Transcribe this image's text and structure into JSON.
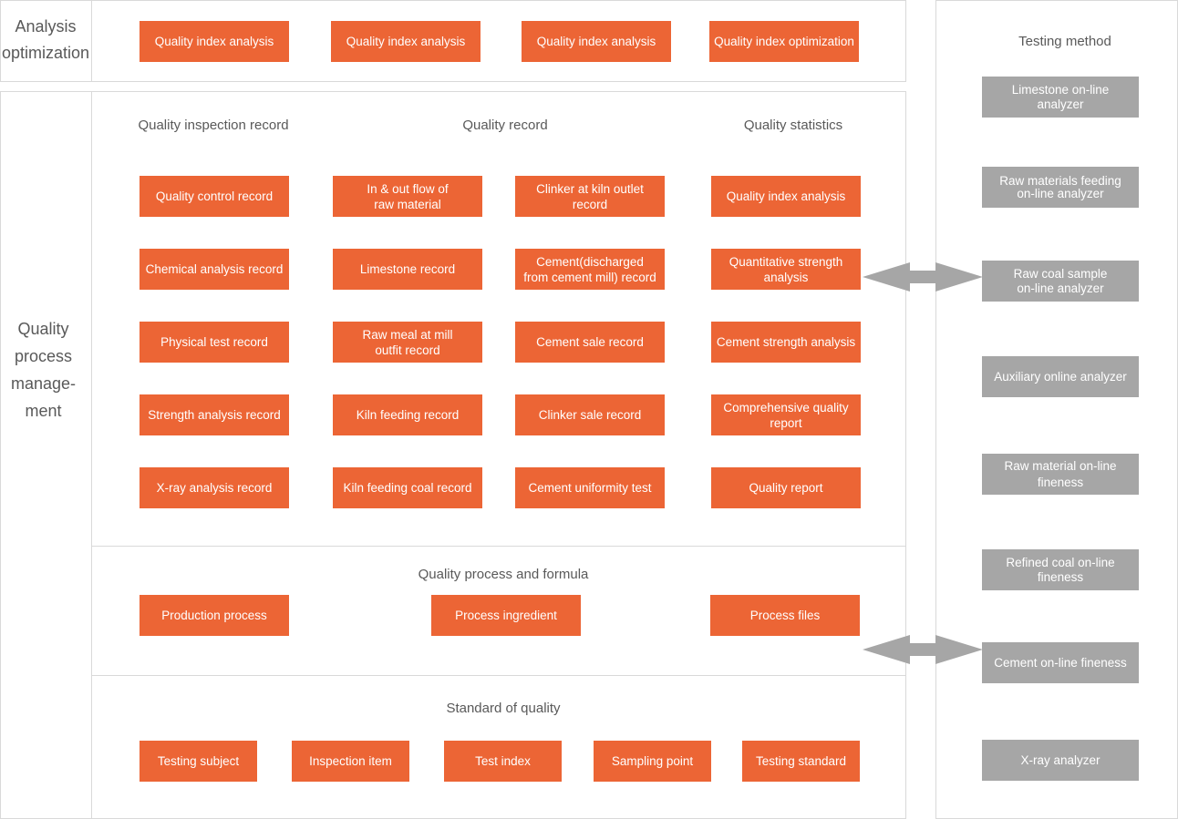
{
  "analysis_optimization": {
    "label": "Analysis\noptimization",
    "boxes": [
      "Quality index analysis",
      "Quality index analysis",
      "Quality index analysis",
      "Quality index optimization"
    ]
  },
  "quality_process_management": {
    "label": "Quality\nprocess\nmanage-\nment",
    "column_titles": [
      "Quality inspection record",
      "Quality record",
      "Quality statistics"
    ],
    "inspection_records": [
      "Quality control record",
      "Chemical analysis record",
      "Physical test record",
      "Strength analysis record",
      "X-ray analysis record"
    ],
    "quality_records_a": [
      "In & out flow of\nraw material",
      "Limestone record",
      "Raw meal at mill\noutfit record",
      "Kiln feeding record",
      "Kiln feeding coal record"
    ],
    "quality_records_b": [
      "Clinker at kiln outlet\nrecord",
      "Cement(discharged\nfrom cement mill) record",
      "Cement sale record",
      "Clinker sale record",
      "Cement uniformity test"
    ],
    "statistics": [
      "Quality index analysis",
      "Quantitative strength\nanalysis",
      "Cement strength analysis",
      "Comprehensive quality\nreport",
      "Quality report"
    ]
  },
  "process_formula": {
    "title": "Quality process and formula",
    "boxes": [
      "Production process",
      "Process ingredient",
      "Process files"
    ]
  },
  "standard": {
    "title": "Standard of quality",
    "boxes": [
      "Testing subject",
      "Inspection item",
      "Test index",
      "Sampling point",
      "Testing standard"
    ]
  },
  "testing_method": {
    "title": "Testing method",
    "items": [
      "Limestone  on-line\nanalyzer",
      "Raw materials feeding\non-line analyzer",
      "Raw coal sample\non-line analyzer",
      "Auxiliary online analyzer",
      "Raw material on-line\nfineness",
      "Refined coal on-line\nfineness",
      "Cement on-line fineness",
      "X-ray analyzer"
    ]
  },
  "colors": {
    "orange": "#ec6535",
    "gray": "#a6a6a6",
    "border": "#d9d9d9",
    "text": "#595959"
  }
}
